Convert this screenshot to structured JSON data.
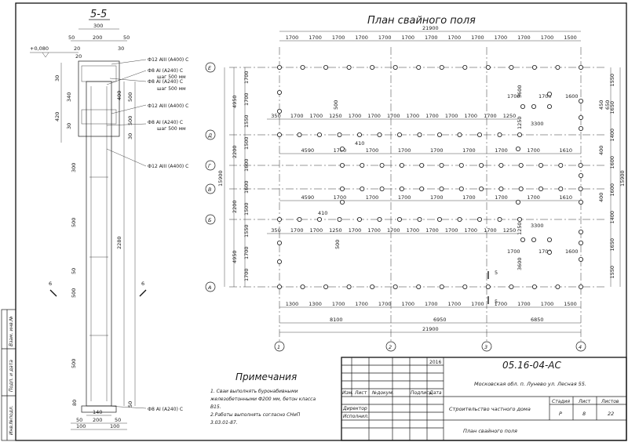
{
  "section": {
    "title": "5-5",
    "elevation": "+0,080",
    "dims_top": [
      "300",
      "50",
      "200",
      "50",
      "20",
      "20",
      "30"
    ],
    "dims_left": [
      "30",
      "340",
      "30",
      "420",
      "80"
    ],
    "dims_mid": [
      "400",
      "500",
      "300",
      "500",
      "500",
      "500",
      "500",
      "2280"
    ],
    "dims_right": [
      "30",
      "50",
      "50"
    ],
    "dims_bottom": [
      "140",
      "200",
      "50",
      "50",
      "100",
      "100"
    ],
    "cut_mark": "6",
    "rebar": [
      "Ф12 AIII (A400) C",
      "Ф8 AI (A240) C",
      "Ф8 AI (A240) C",
      "шаг 500 мм",
      "шаг 500 мм",
      "Ф12 AIII (A400) C",
      "Ф8 AI (A240) C",
      "шаг 500 мм",
      "Ф12 AIII (A400) C",
      "Ф8 AI (A240) C"
    ]
  },
  "plan": {
    "title": "План свайного поля",
    "total_width": "21900",
    "total_height": "15900",
    "row_axes": [
      "Е",
      "Д",
      "Г",
      "В",
      "Б",
      "А"
    ],
    "col_axes": [
      "1",
      "2",
      "3",
      "4"
    ],
    "top_dims": [
      "1700",
      "1700",
      "1700",
      "1700",
      "1700",
      "1700",
      "1700",
      "1700",
      "1700",
      "1700",
      "1700",
      "1700",
      "1500"
    ],
    "bottom_dims": [
      "1300",
      "1300",
      "1700",
      "1700",
      "1700",
      "1700",
      "1700",
      "1700",
      "1700",
      "1700",
      "1700",
      "1700",
      "1500"
    ],
    "bottom_axis_dims": [
      "8100",
      "6950",
      "6850"
    ],
    "left_chain": [
      "4950",
      "2200",
      "2200",
      "4950"
    ],
    "left_sub": [
      "1700",
      "1700",
      "1550",
      "1500",
      "1600",
      "1600",
      "1500",
      "1550",
      "1700",
      "1700"
    ],
    "right_chain": [
      "1550",
      "1650",
      "1400",
      "1600",
      "1600",
      "1400",
      "1650",
      "1550"
    ],
    "right_small": [
      "400",
      "400",
      "450",
      "650"
    ],
    "d_row": [
      "350",
      "1700",
      "1700",
      "1250",
      "1700",
      "1700",
      "1700",
      "1700",
      "1700",
      "1700",
      "1700",
      "1700",
      "1250"
    ],
    "g_row": [
      "4590",
      "1700",
      "1700",
      "1700",
      "1700",
      "1700",
      "1700",
      "1700",
      "1610"
    ],
    "misc": [
      "500",
      "410",
      "1700",
      "1700",
      "1600",
      "3600",
      "3300",
      "1250"
    ],
    "cut_mark": "5"
  },
  "notes": {
    "title": "Примечания",
    "lines": [
      "1. Сваи выполнять буронабивными",
      "железобетонными Ф200 мм, бетон класса",
      "В15.",
      "2.Работы выполнять согласно СНиП",
      "3.03.01-87."
    ]
  },
  "stamp": {
    "year": "2016",
    "code": "05.16-04-АС",
    "address": "Московская обл. п. Лунево ул. Лесная 55.",
    "col_headers": [
      "Изм.",
      "Лист",
      "№докум.",
      "Подпись",
      "Дата"
    ],
    "roles": [
      "Директор",
      "Исполнил."
    ],
    "project": "Строительство частного дома",
    "stage_headers": [
      "Стадия",
      "Лист",
      "Листов"
    ],
    "stage": "Р",
    "sheet": "8",
    "sheets": "22",
    "sheet_title": "План свайного поля"
  },
  "side_labels": [
    "Взам. инв.№",
    "Подп. и дата",
    "Инв.№подл."
  ]
}
